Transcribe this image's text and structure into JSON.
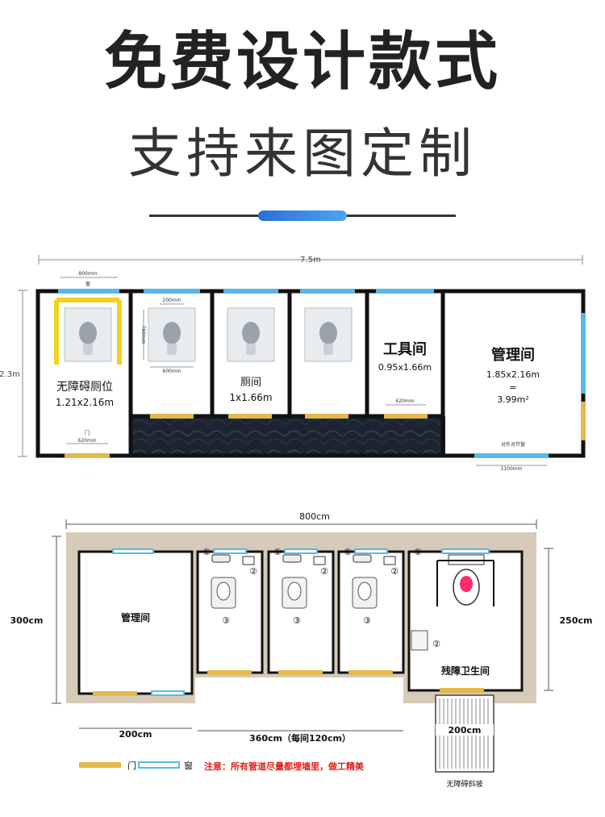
{
  "header": {
    "title": "免费设计款式",
    "subtitle": "支持来图定制"
  },
  "plan1": {
    "total_width": "7.5m",
    "height": "2.3m",
    "window_top": "800mm",
    "window_char": "窗",
    "accessible_name": "无障碍厕位",
    "accessible_size": "1.21x2.16m",
    "door_char": "门",
    "door_width": "620mm",
    "squat_window": "200mm",
    "squat_depth": "760mm",
    "squat_width": "600mm",
    "toilet_name": "厕间",
    "toilet_size": "1x1.66m",
    "tool_name": "工具间",
    "tool_size": "0.95x1.66m",
    "tool_door": "620mm",
    "mgmt_name": "管理间",
    "mgmt_size": "1.85x2.16m",
    "mgmt_eq": "=",
    "mgmt_area": "3.99m²",
    "mgmt_note": "对外对开窗",
    "mgmt_door": "1100mm"
  },
  "plan2": {
    "total_width": "800cm",
    "height_left": "300cm",
    "height_right": "250cm",
    "mgmt_name": "管理间",
    "marker1": "①",
    "marker2": "②",
    "marker3": "③",
    "accessible_name": "残障卫生间",
    "dim_mgmt": "200cm",
    "dim_stalls": "360cm（每间120cm）",
    "dim_accessible": "200cm",
    "legend_door": "门",
    "legend_window": "窗",
    "note": "注意：所有管道尽量都埋墙里，做工精美",
    "ramp": "无障碍斜坡"
  },
  "colors": {
    "wall": "#111111",
    "door": "#e3b94a",
    "window": "#5ab8e8",
    "outer_wall": "#d6cbb8",
    "grab_bar": "#f2d21b",
    "note_red": "#e0201a",
    "accent_blue": "#2a6fd6"
  }
}
